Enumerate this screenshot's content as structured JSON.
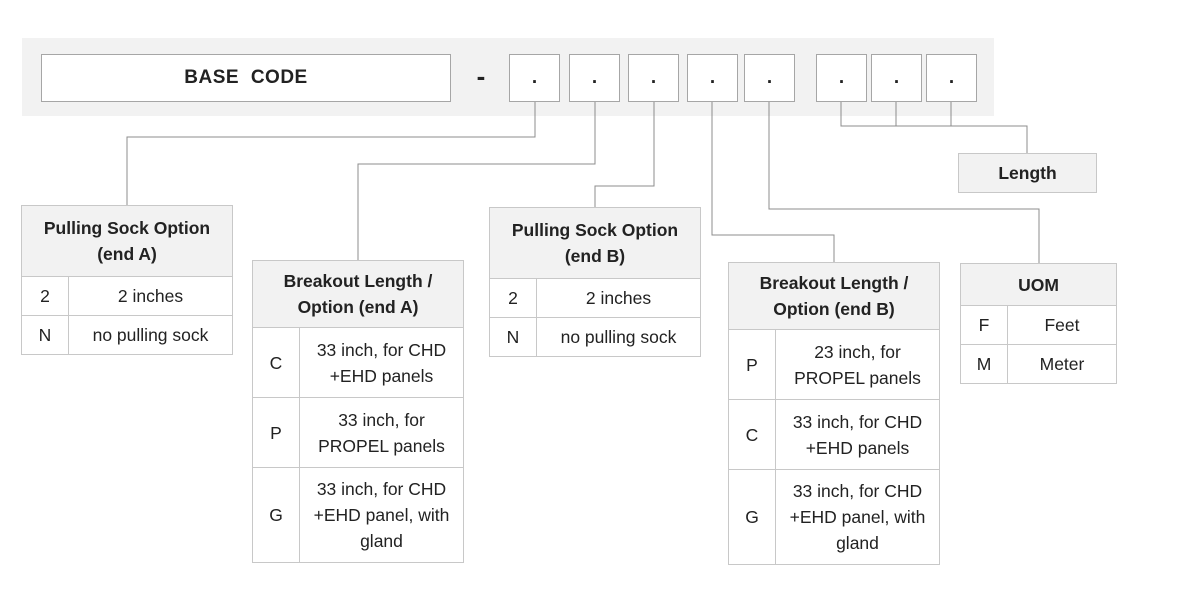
{
  "base_code": "BASE  CODE",
  "dash": "-",
  "slots": [
    ".",
    ".",
    ".",
    ".",
    ".",
    ".",
    ".",
    "."
  ],
  "length_label": "Length",
  "tables": {
    "sock_a": {
      "title": "Pulling Sock Option (end A)",
      "rows": [
        {
          "code": "2",
          "desc": "2 inches"
        },
        {
          "code": "N",
          "desc": "no pulling sock"
        }
      ]
    },
    "breakout_a": {
      "title": "Breakout Length / Option (end A)",
      "rows": [
        {
          "code": "C",
          "desc": "33 inch, for CHD +EHD panels"
        },
        {
          "code": "P",
          "desc": "33 inch, for PROPEL panels"
        },
        {
          "code": "G",
          "desc": "33 inch, for CHD +EHD panel, with gland"
        }
      ]
    },
    "sock_b": {
      "title": "Pulling Sock Option (end B)",
      "rows": [
        {
          "code": "2",
          "desc": "2 inches"
        },
        {
          "code": "N",
          "desc": "no pulling sock"
        }
      ]
    },
    "breakout_b": {
      "title": "Breakout Length / Option (end B)",
      "rows": [
        {
          "code": "P",
          "desc": "23 inch, for PROPEL panels"
        },
        {
          "code": "C",
          "desc": "33 inch, for CHD +EHD panels"
        },
        {
          "code": "G",
          "desc": "33 inch, for CHD +EHD panel, with gland"
        }
      ]
    },
    "uom": {
      "title": "UOM",
      "rows": [
        {
          "code": "F",
          "desc": "Feet"
        },
        {
          "code": "M",
          "desc": "Meter"
        }
      ]
    }
  }
}
